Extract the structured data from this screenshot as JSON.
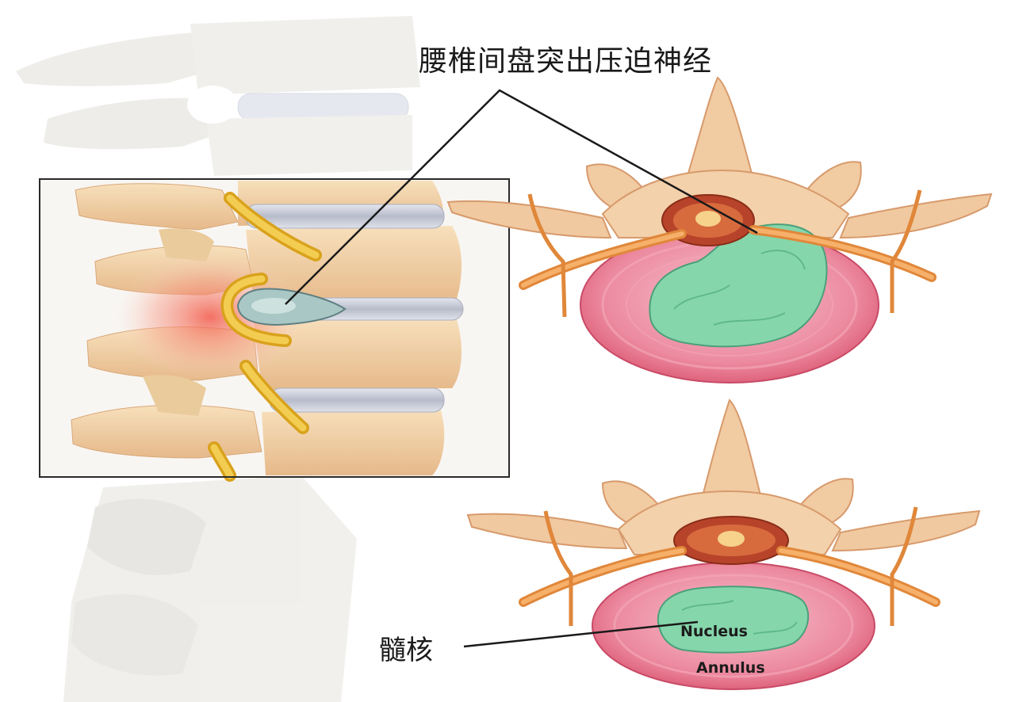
{
  "labels": {
    "title": "腰椎间盘突出压迫神经",
    "nucleus_cn": "髓核",
    "nucleus_en": "Nucleus",
    "annulus_en": "Annulus"
  },
  "colors": {
    "bone": "#f2d3a6",
    "bone_shadow": "#d9a878",
    "faded_bone": "#ecebe8",
    "disc": "#c9ccd6",
    "nerve": "#e8b92e",
    "inflammation": "#f07a6a",
    "annulus": "#e86f88",
    "annulus_light": "#f6b3c0",
    "nucleus": "#7fd3a6",
    "spinal_cord": "#c8572a",
    "root_nerve": "#f2a45c"
  }
}
